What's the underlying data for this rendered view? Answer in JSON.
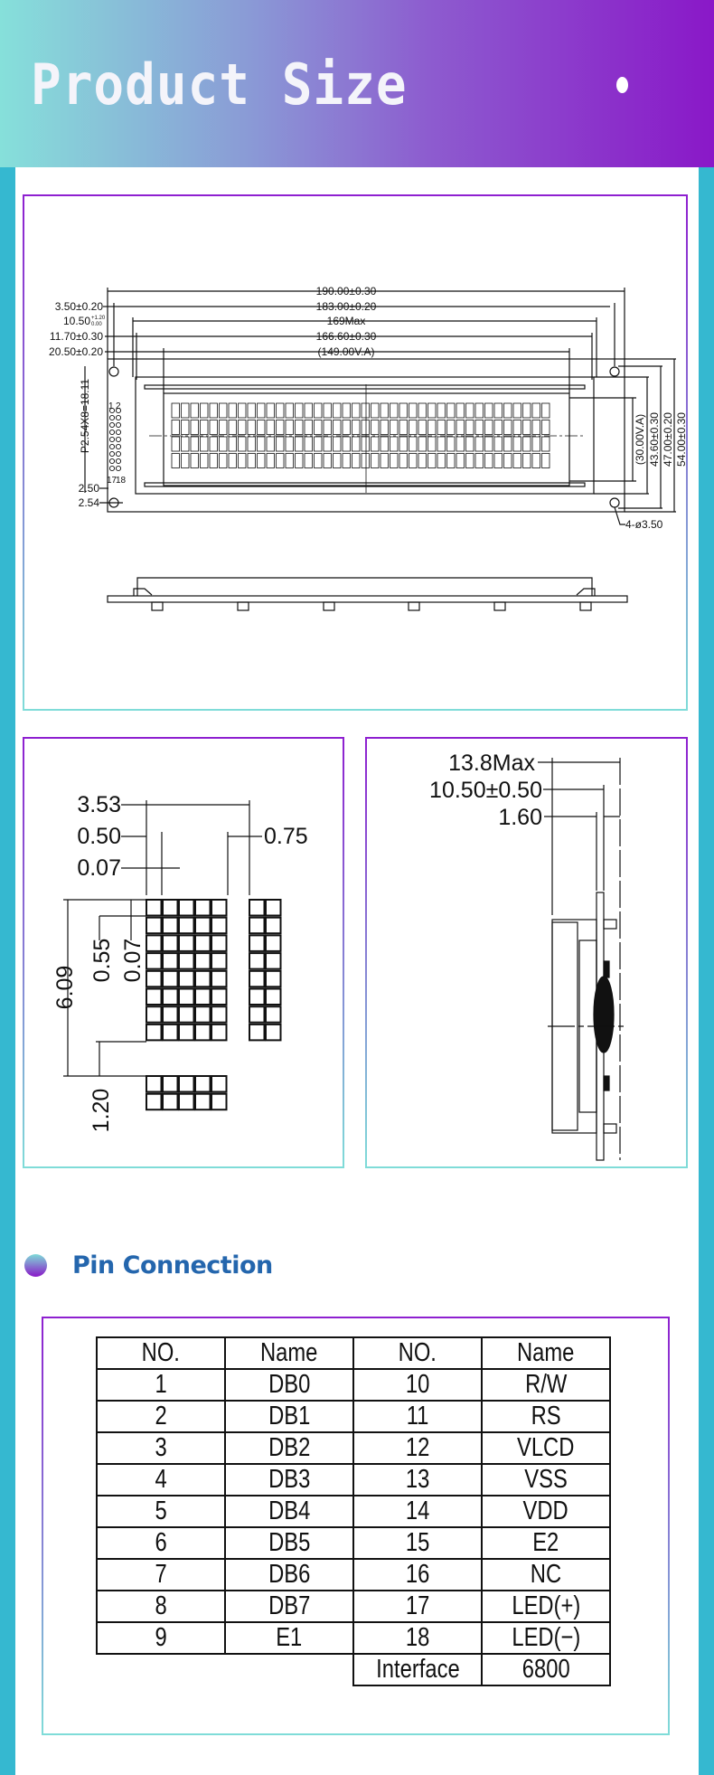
{
  "header": {
    "title": "Product Size"
  },
  "colors": {
    "accent_purple": "#8a18c8",
    "accent_teal": "#86e0da",
    "side_bar": "#35b8d0",
    "heading_blue": "#2466ad"
  },
  "front_view": {
    "top_dims": [
      "190.00±0.30",
      "183.00±0.20",
      "169Max",
      "166.60±0.30",
      "(149.00V.A)"
    ],
    "left_dims": [
      "3.50±0.20",
      "10.50",
      "11.70±0.30",
      "20.50±0.20"
    ],
    "left_dim_tolerance": {
      "plus": "+1.20",
      "minus": "0.00"
    },
    "right_dims": [
      "(30.00V.A)",
      "43.60±0.30",
      "47.00±0.20",
      "54.00±0.30"
    ],
    "pin_pitch": "P2.54X8=18.11",
    "pin_labels": [
      "1",
      "2",
      "17",
      "18"
    ],
    "bottom_left_dims": [
      "2.50",
      "2.54"
    ],
    "hole_label": "4-ø3.50"
  },
  "char_view": {
    "labels": [
      "3.53",
      "0.50",
      "0.07",
      "0.75",
      "6.09",
      "0.55",
      "0.07",
      "1.20"
    ]
  },
  "side_view": {
    "labels": [
      "13.8Max",
      "10.50±0.50",
      "1.60"
    ]
  },
  "pin_connection": {
    "title": "Pin Connection",
    "headers": [
      "NO.",
      "Name",
      "NO.",
      "Name"
    ],
    "rows": [
      [
        "1",
        "DB0",
        "10",
        "R/W"
      ],
      [
        "2",
        "DB1",
        "11",
        "RS"
      ],
      [
        "3",
        "DB2",
        "12",
        "VLCD"
      ],
      [
        "4",
        "DB3",
        "13",
        "VSS"
      ],
      [
        "5",
        "DB4",
        "14",
        "VDD"
      ],
      [
        "6",
        "DB5",
        "15",
        "E2"
      ],
      [
        "7",
        "DB6",
        "16",
        "NC"
      ],
      [
        "8",
        "DB7",
        "17",
        "LED(+)"
      ],
      [
        "9",
        "E1",
        "18",
        "LED(−)"
      ]
    ],
    "footer": {
      "label": "Interface",
      "value": "6800"
    }
  }
}
